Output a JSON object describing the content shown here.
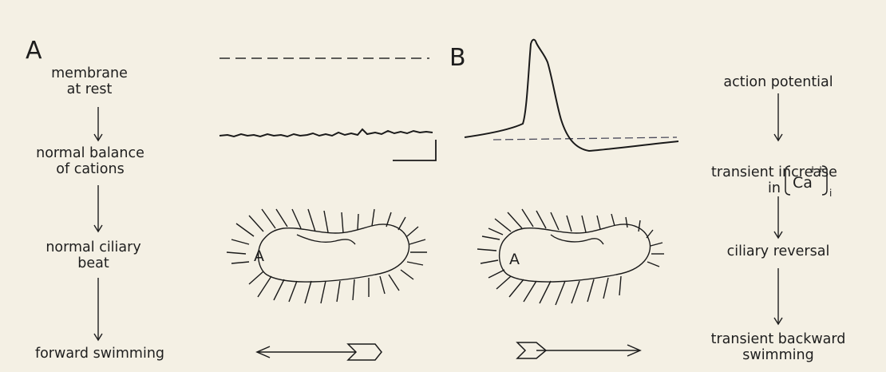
{
  "panel_a": {
    "label": "A",
    "steps": [
      "membrane\nat rest",
      "normal balance\nof cations",
      "normal ciliary\nbeat",
      "forward swimming"
    ],
    "cell_label": "A"
  },
  "panel_b": {
    "label": "B",
    "steps": [
      "action potential",
      "transient increase\nin",
      "ciliary reversal",
      "transient backward\nswimming"
    ],
    "ca_species": "Ca",
    "ca_charge": "++",
    "ca_subscript": "i",
    "cell_label": "A"
  },
  "colors": {
    "background": "#f4f0e4",
    "ink": "#1e1e1e",
    "dashed_line": "#4a4a5a"
  }
}
